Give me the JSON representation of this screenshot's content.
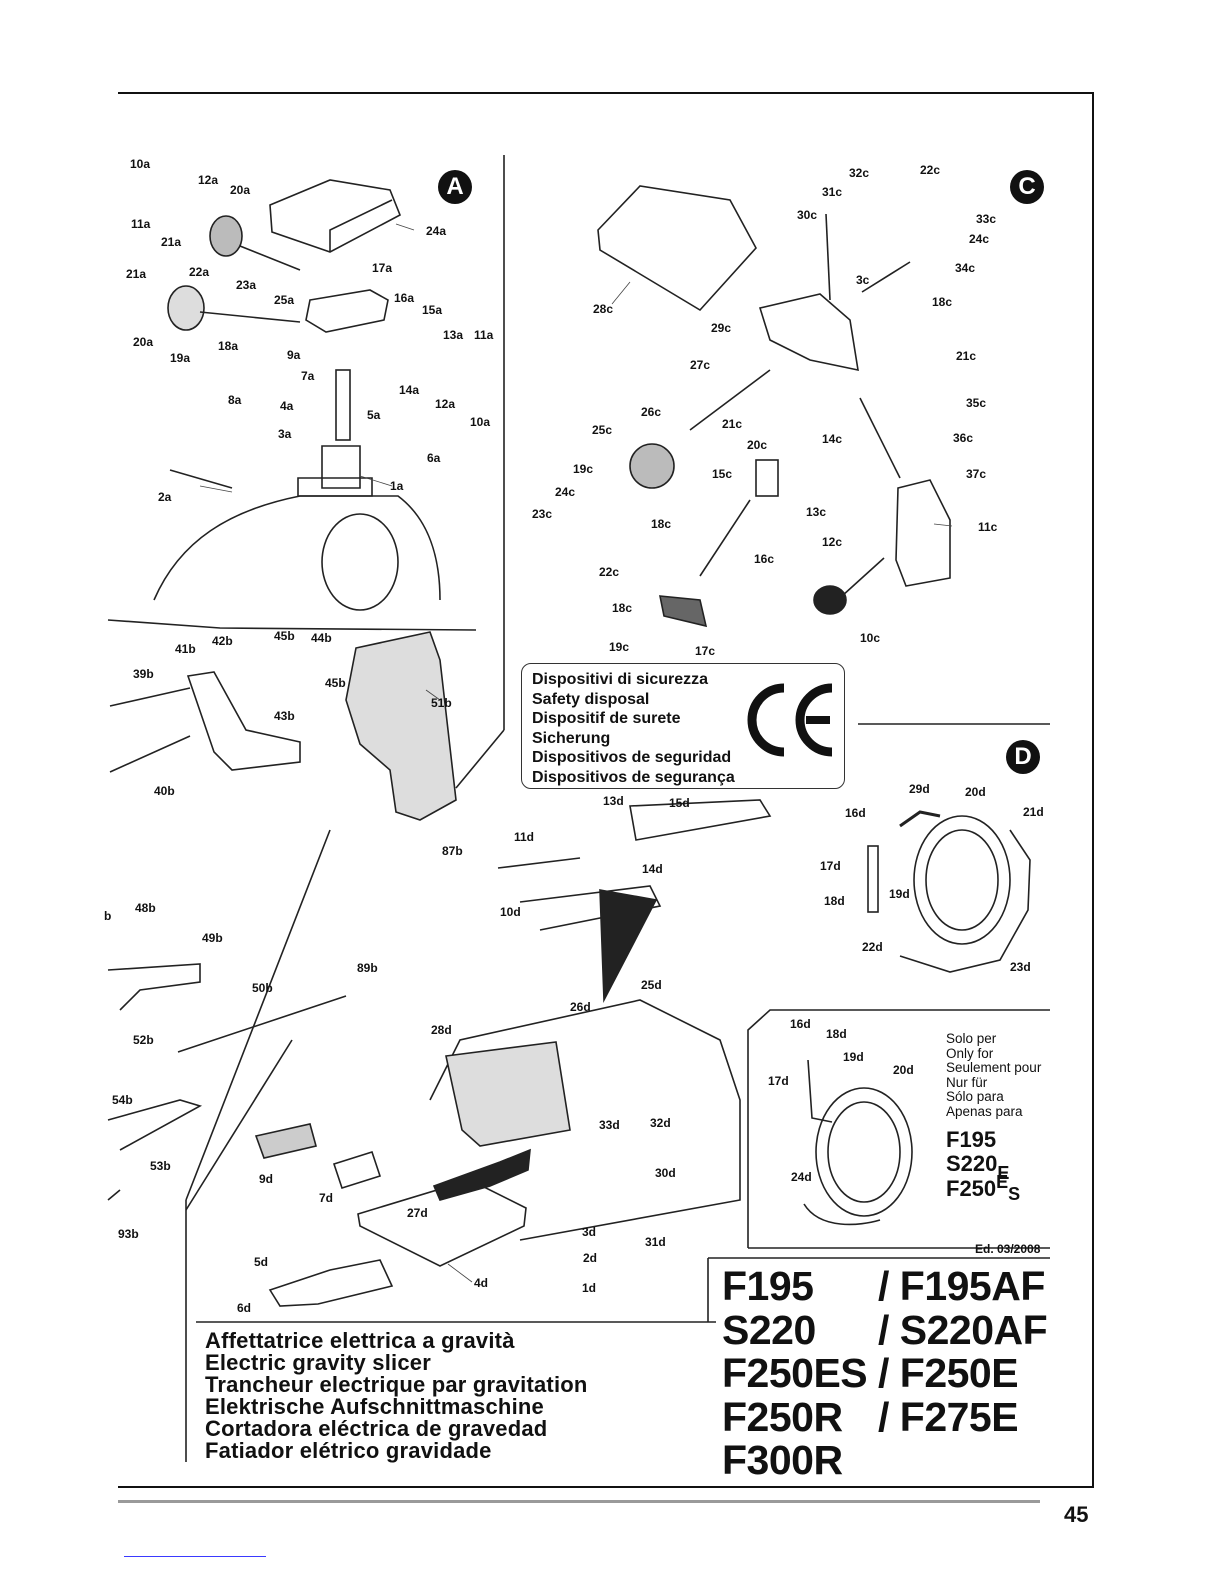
{
  "sections": {
    "a": "A",
    "c": "C",
    "d": "D"
  },
  "safety": {
    "lines": [
      "Dispositivi di sicurezza",
      "Safety disposal",
      "Dispositif de surete",
      "Sicherung",
      "Dispositivos de seguridad",
      "Dispositivos de segurança"
    ],
    "mark": "CE"
  },
  "solo_per": {
    "lines": [
      "Solo per",
      "Only for",
      "Seulement pour",
      "Nur für",
      "Sólo para",
      "Apenas para"
    ],
    "model1": "F195",
    "model2_base": "S220",
    "model2_sub": "E",
    "model3_base": "F250",
    "model3_sub": "S"
  },
  "edition": "Ed. 03/2008",
  "models": [
    {
      "a": "F195",
      "b": "/ F195AF"
    },
    {
      "a": "S220",
      "b": "/ S220AF"
    },
    {
      "a": "F250ES",
      "b": "/ F250E"
    },
    {
      "a": "F250R",
      "b": "/ F275E"
    },
    {
      "a": "F300R",
      "b": ""
    }
  ],
  "description": [
    "Affettatrice elettrica a gravità",
    "Electric gravity slicer",
    "Trancheur electrique par gravitation",
    "Elektrische Aufschnittmaschine",
    "Cortadora eléctrica de gravedad",
    "Fatiador elétrico gravidade"
  ],
  "page_number": "45",
  "part_labels": {
    "A": [
      "10a",
      "12a",
      "20a",
      "11a",
      "21a",
      "24a",
      "21a",
      "22a",
      "23a",
      "17a",
      "25a",
      "16a",
      "15a",
      "20a",
      "19a",
      "18a",
      "9a",
      "13a",
      "11a",
      "7a",
      "8a",
      "14a",
      "12a",
      "4a",
      "5a",
      "10a",
      "3a",
      "6a",
      "2a",
      "1a"
    ],
    "C": [
      "32c",
      "22c",
      "31c",
      "30c",
      "33c",
      "24c",
      "34c",
      "3c",
      "28c",
      "18c",
      "29c",
      "27c",
      "21c",
      "35c",
      "26c",
      "21c",
      "25c",
      "20c",
      "14c",
      "36c",
      "19c",
      "15c",
      "37c",
      "24c",
      "13c",
      "23c",
      "18c",
      "11c",
      "12c",
      "22c",
      "16c",
      "18c",
      "10c",
      "19c",
      "17c"
    ],
    "B": [
      "45b",
      "42b",
      "44b",
      "41b",
      "39b",
      "45b",
      "43b",
      "51b",
      "40b",
      "87b",
      "48b",
      "49b",
      "89b",
      "50b",
      "52b",
      "54b",
      "53b",
      "93b",
      "b"
    ],
    "D": [
      "13d",
      "15d",
      "11d",
      "14d",
      "10d",
      "29d",
      "20d",
      "16d",
      "21d",
      "17d",
      "19d",
      "18d",
      "22d",
      "23d",
      "25d",
      "26d",
      "28d",
      "33d",
      "32d",
      "9d",
      "7d",
      "30d",
      "27d",
      "31d",
      "3d",
      "2d",
      "5d",
      "4d",
      "1d",
      "6d",
      "16d",
      "18d",
      "19d",
      "17d",
      "20d",
      "24d"
    ]
  }
}
